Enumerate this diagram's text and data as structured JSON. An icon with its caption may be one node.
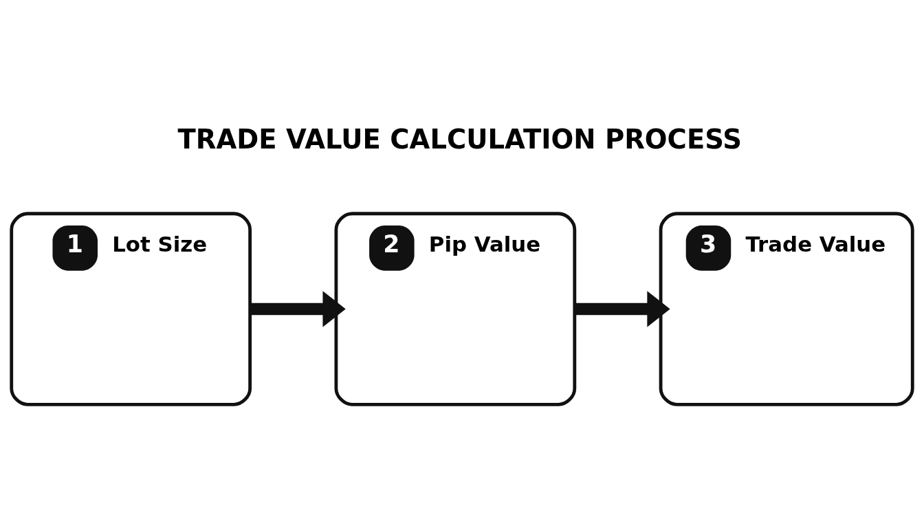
{
  "diagram": {
    "title": "TRADE VALUE CALCULATION PROCESS",
    "nodes": [
      {
        "text": [
          "1",
          "Lot Size"
        ]
      },
      {
        "text": [
          "2",
          "Pip Value"
        ]
      },
      {
        "text": [
          "3",
          "Trade Value"
        ]
      }
    ],
    "edges": [
      {
        "from": 0,
        "to": 1,
        "arrow": "to"
      },
      {
        "from": 1,
        "to": 2,
        "arrow": "to"
      }
    ]
  }
}
